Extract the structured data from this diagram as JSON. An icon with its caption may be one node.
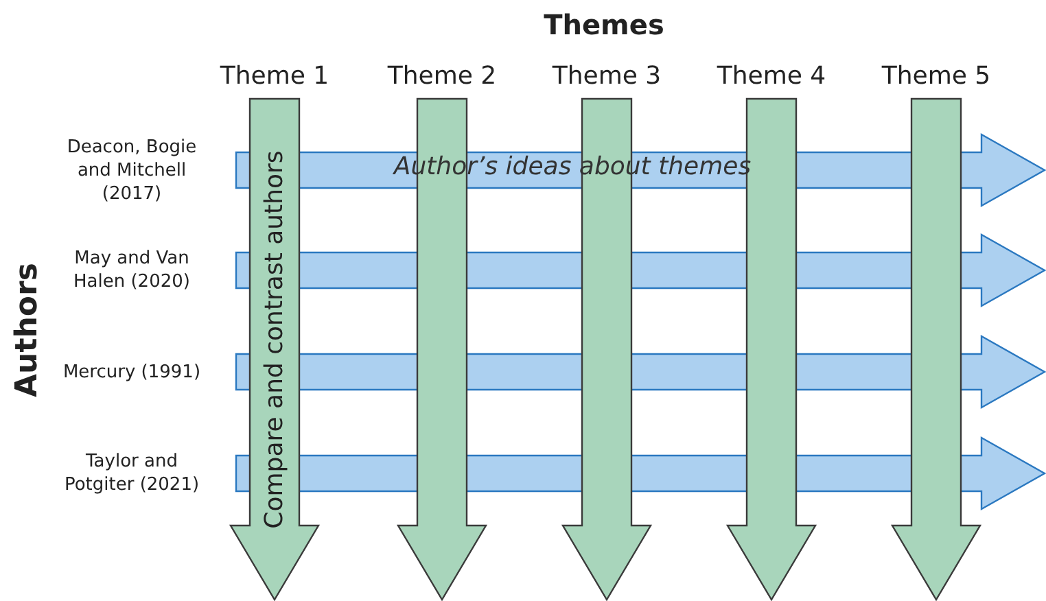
{
  "diagram": {
    "title": "Themes",
    "nodes": [
      {
        "text": [
          "Compare and contrast authors"
        ],
        "beside": [
          "Theme 1"
        ]
      },
      {
        "text": [],
        "shape": "arrow",
        "beside": [
          "Theme 2"
        ]
      },
      {
        "text": [],
        "shape": "arrow",
        "beside": [
          "Theme 3"
        ]
      },
      {
        "text": [],
        "shape": "arrow",
        "beside": [
          "Theme 4"
        ]
      },
      {
        "text": [],
        "shape": "arrow",
        "beside": [
          "Theme 5"
        ]
      },
      {
        "text": [
          "Author’s ideas about themes"
        ],
        "beside": [
          "Deacon, Bogie and Mitchell (2017)"
        ]
      },
      {
        "text": [],
        "shape": "arrow",
        "beside": [
          "May and Van Halen (2020)"
        ]
      },
      {
        "text": [],
        "shape": "arrow",
        "beside": [
          "Mercury (1991)"
        ]
      },
      {
        "text": [],
        "shape": "arrow",
        "beside": [
          "Taylor and Potgiter (2021)"
        ]
      }
    ],
    "edges": [],
    "labels": [
      "Authors"
    ]
  }
}
